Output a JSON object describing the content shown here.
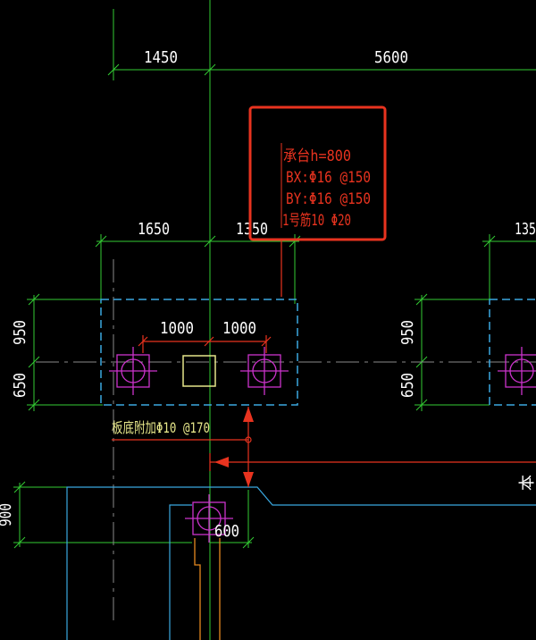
{
  "dimensions": {
    "top_left": "1450",
    "top_right": "5600",
    "mid_left": "1650",
    "mid_right": "1350",
    "mid_far_right": "135",
    "inner_left": "1000",
    "inner_right": "1000",
    "v_left_upper": "950",
    "v_left_lower": "650",
    "v_right_upper": "950",
    "v_right_lower": "650",
    "v_bottom": "900",
    "bottom_pile": "600"
  },
  "annotation_box": {
    "line1": "承台h=800",
    "line2": "BX:Φ16 @150",
    "line3": "BY:Φ16 @150",
    "line4": "1号筋10 Φ20"
  },
  "slab_note": "板底附加Φ10 @170",
  "edge_fragment": "本",
  "colors": {
    "background": "#000000",
    "grid": "#33cc33",
    "dash_outline": "#3aa8e0",
    "pile": "#cc33cc",
    "rebar": "#e8331f",
    "text": "#ffffff",
    "note": "#e6e68a",
    "beam": "#3aa8e0"
  }
}
